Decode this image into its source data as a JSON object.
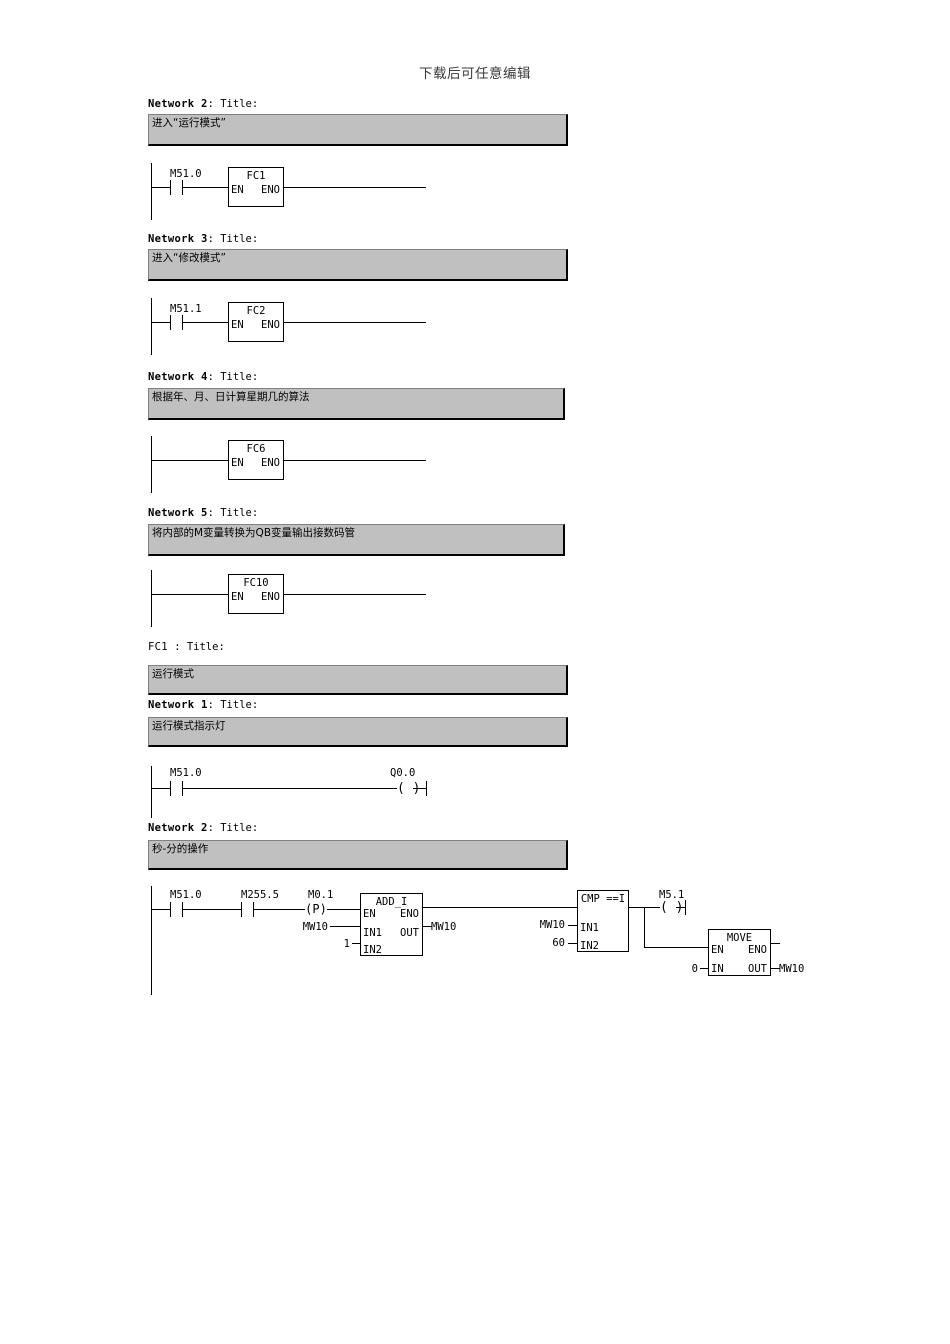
{
  "document": {
    "header_note": "下载后可任意编辑"
  },
  "networks": [
    {
      "id": "network-2-ob",
      "label_name": "Network 2",
      "label_title": ": Title:",
      "label_bold": true,
      "comment": "进入“运行模式”",
      "rung": {
        "contacts": [
          {
            "label": "M51.0"
          }
        ],
        "block": {
          "name": "FC1",
          "pin_en": "EN",
          "pin_eno": "ENO"
        }
      }
    },
    {
      "id": "network-3-ob",
      "label_name": "Network 3",
      "label_title": ": Title:",
      "label_bold": true,
      "comment": "进入“修改模式”",
      "rung": {
        "contacts": [
          {
            "label": "M51.1"
          }
        ],
        "block": {
          "name": "FC2",
          "pin_en": "EN",
          "pin_eno": "ENO"
        }
      }
    },
    {
      "id": "network-4-ob",
      "label_name": "Network 4",
      "label_title": ": Title:",
      "label_bold": true,
      "comment": "根据年、月、日计算星期几的算法",
      "rung": {
        "contacts": [],
        "block": {
          "name": "FC6",
          "pin_en": "EN",
          "pin_eno": "ENO"
        }
      }
    },
    {
      "id": "network-5-ob",
      "label_name": "Network 5",
      "label_title": ": Title:",
      "label_bold": true,
      "comment": "将内部的M变量转换为QB变量输出接数码管",
      "rung": {
        "contacts": [],
        "block": {
          "name": "FC10",
          "pin_en": "EN",
          "pin_eno": "ENO"
        }
      }
    }
  ],
  "fc1_section": {
    "label_name": "FC1",
    "label_title": " : Title:",
    "comment": "运行模式"
  },
  "fc1_network1": {
    "label_name": "Network 1",
    "label_title": ": Title:",
    "comment": "运行模式指示灯",
    "contact_label": "M51.0",
    "coil_label": "Q0.0",
    "coil_glyph": "( )"
  },
  "fc1_network2": {
    "label_name": "Network 2",
    "label_title": ": Title:",
    "comment": "秒-分的操作",
    "contacts": [
      {
        "label": "M51.0"
      },
      {
        "label": "M255.5"
      }
    ],
    "pulse_coil": {
      "label": "M0.1",
      "glyph": "(P)"
    },
    "add_block": {
      "name": "ADD_I",
      "pin_en": "EN",
      "pin_eno": "ENO",
      "pin_in1": "IN1",
      "pin_in2": "IN2",
      "pin_out": "OUT",
      "in1_value": "MW10",
      "in2_value": "1",
      "out_value": "MW10"
    },
    "cmp_block": {
      "name": "CMP ==I",
      "pin_in1": "IN1",
      "pin_in2": "IN2",
      "in1_value": "MW10",
      "in2_value": "60"
    },
    "out_coil": {
      "label": "M5.1",
      "glyph": "( )"
    },
    "move_block": {
      "name": "MOVE",
      "pin_en": "EN",
      "pin_eno": "ENO",
      "pin_in": "IN",
      "pin_out": "OUT",
      "in_value": "0",
      "out_value": "MW10"
    }
  },
  "colors": {
    "comment_bg": "#c0c0c0",
    "line": "#000000",
    "header_text": "#3a3a3a"
  }
}
